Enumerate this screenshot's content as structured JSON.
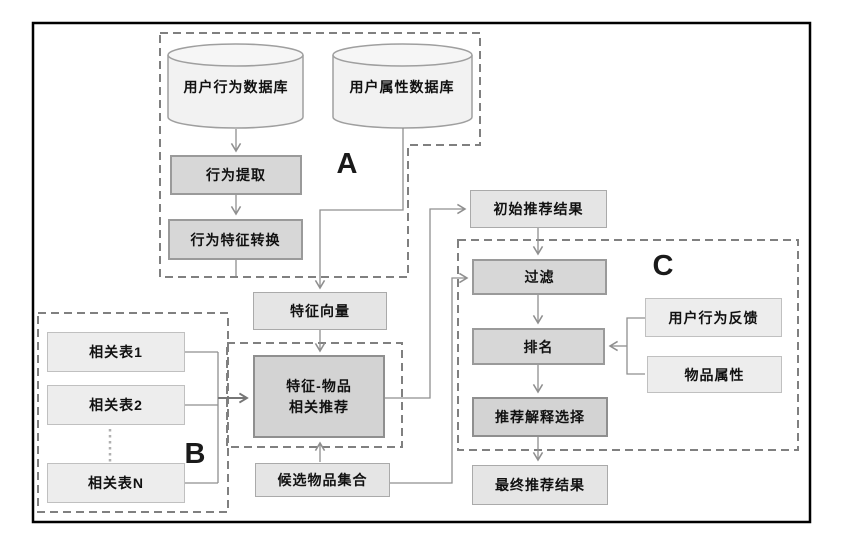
{
  "diagram": {
    "group_labels": {
      "a": "A",
      "b": "B",
      "c": "C"
    },
    "nodes": {
      "user_behavior_db": "用户行为数据库",
      "user_attribute_db": "用户属性数据库",
      "behavior_extraction": "行为提取",
      "behavior_feature_conversion": "行为特征转换",
      "feature_vector": "特征向量",
      "related_table_1": "相关表1",
      "related_table_2": "相关表2",
      "related_table_n": "相关表N",
      "feature_item_recommendation_line1": "特征-物品",
      "feature_item_recommendation_line2": "相关推荐",
      "candidate_item_set": "候选物品集合",
      "initial_recommendation_result": "初始推荐结果",
      "filter": "过滤",
      "ranking": "排名",
      "user_behavior_feedback": "用户行为反馈",
      "item_attributes": "物品属性",
      "recommendation_explanation_selection": "推荐解释选择",
      "final_recommendation_result": "最终推荐结果"
    },
    "colors": {
      "process_fill": "#d7d7d7",
      "process_border": "#9a9a9a",
      "light_fill": "#ededed",
      "light_border": "#c0c0c0",
      "mid_fill": "#e5e5e5",
      "mid_border": "#aaaaaa",
      "cylinder_fill": "#f2f2f2",
      "cylinder_border": "#9f9f9f",
      "connector": "#8f8f8f",
      "dashed_border": "#808080",
      "frame": "#000000",
      "background": "#ffffff"
    }
  }
}
